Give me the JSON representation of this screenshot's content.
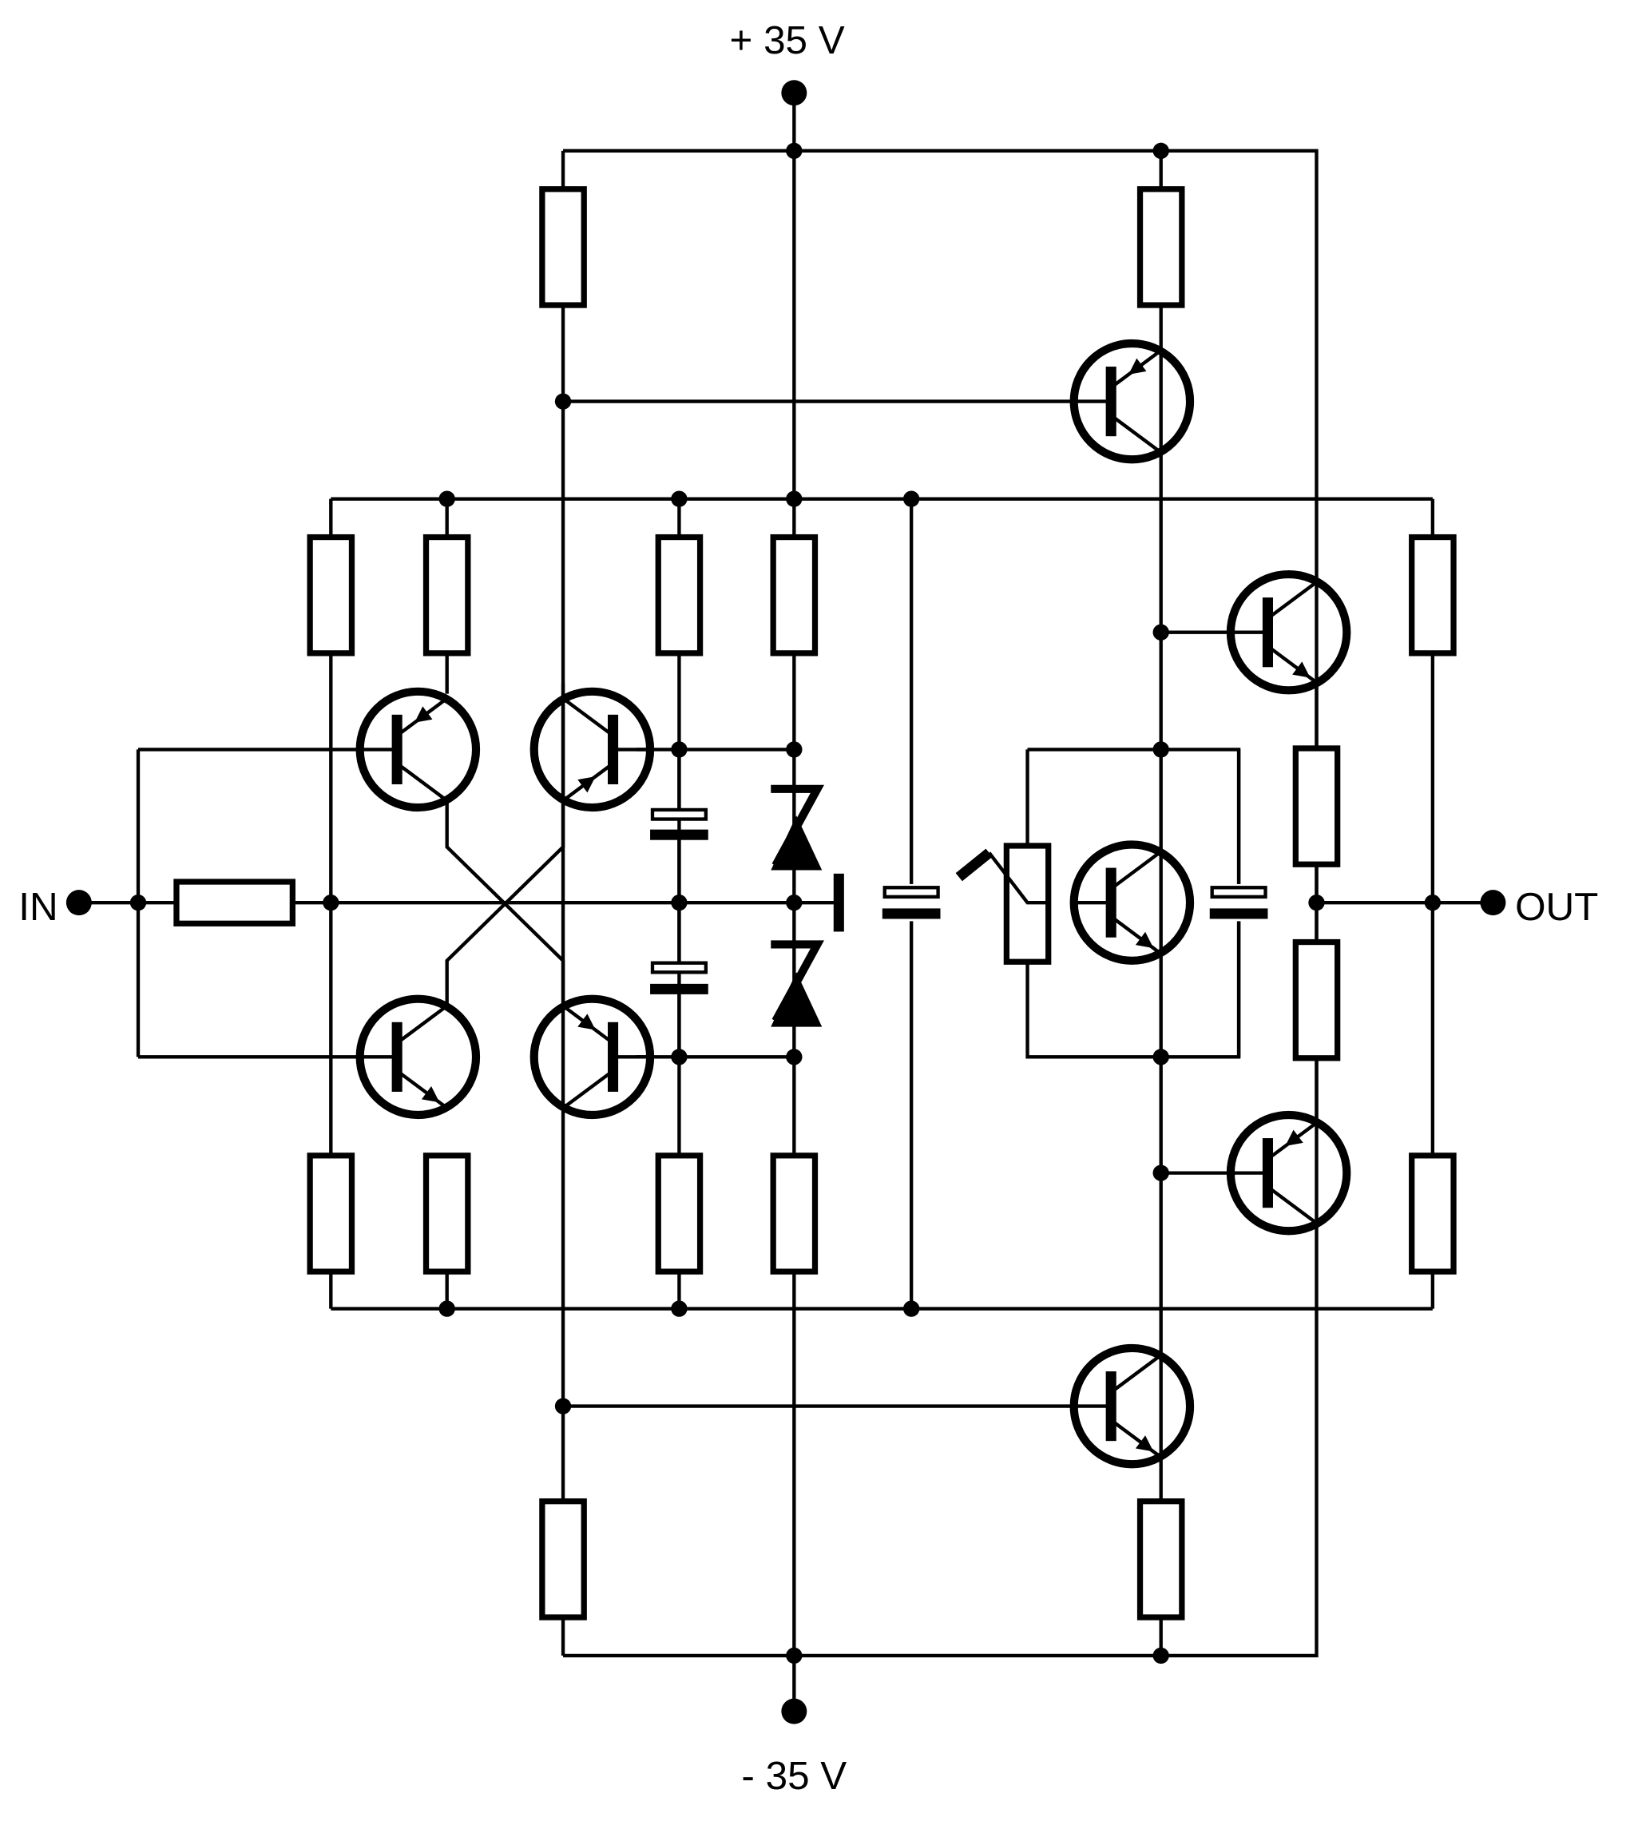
{
  "labels": {
    "supply_positive": "+ 35 V",
    "supply_negative": "- 35 V",
    "input": "IN",
    "output": "OUT"
  },
  "colors": {
    "line": "#000000",
    "background": "#ffffff"
  }
}
